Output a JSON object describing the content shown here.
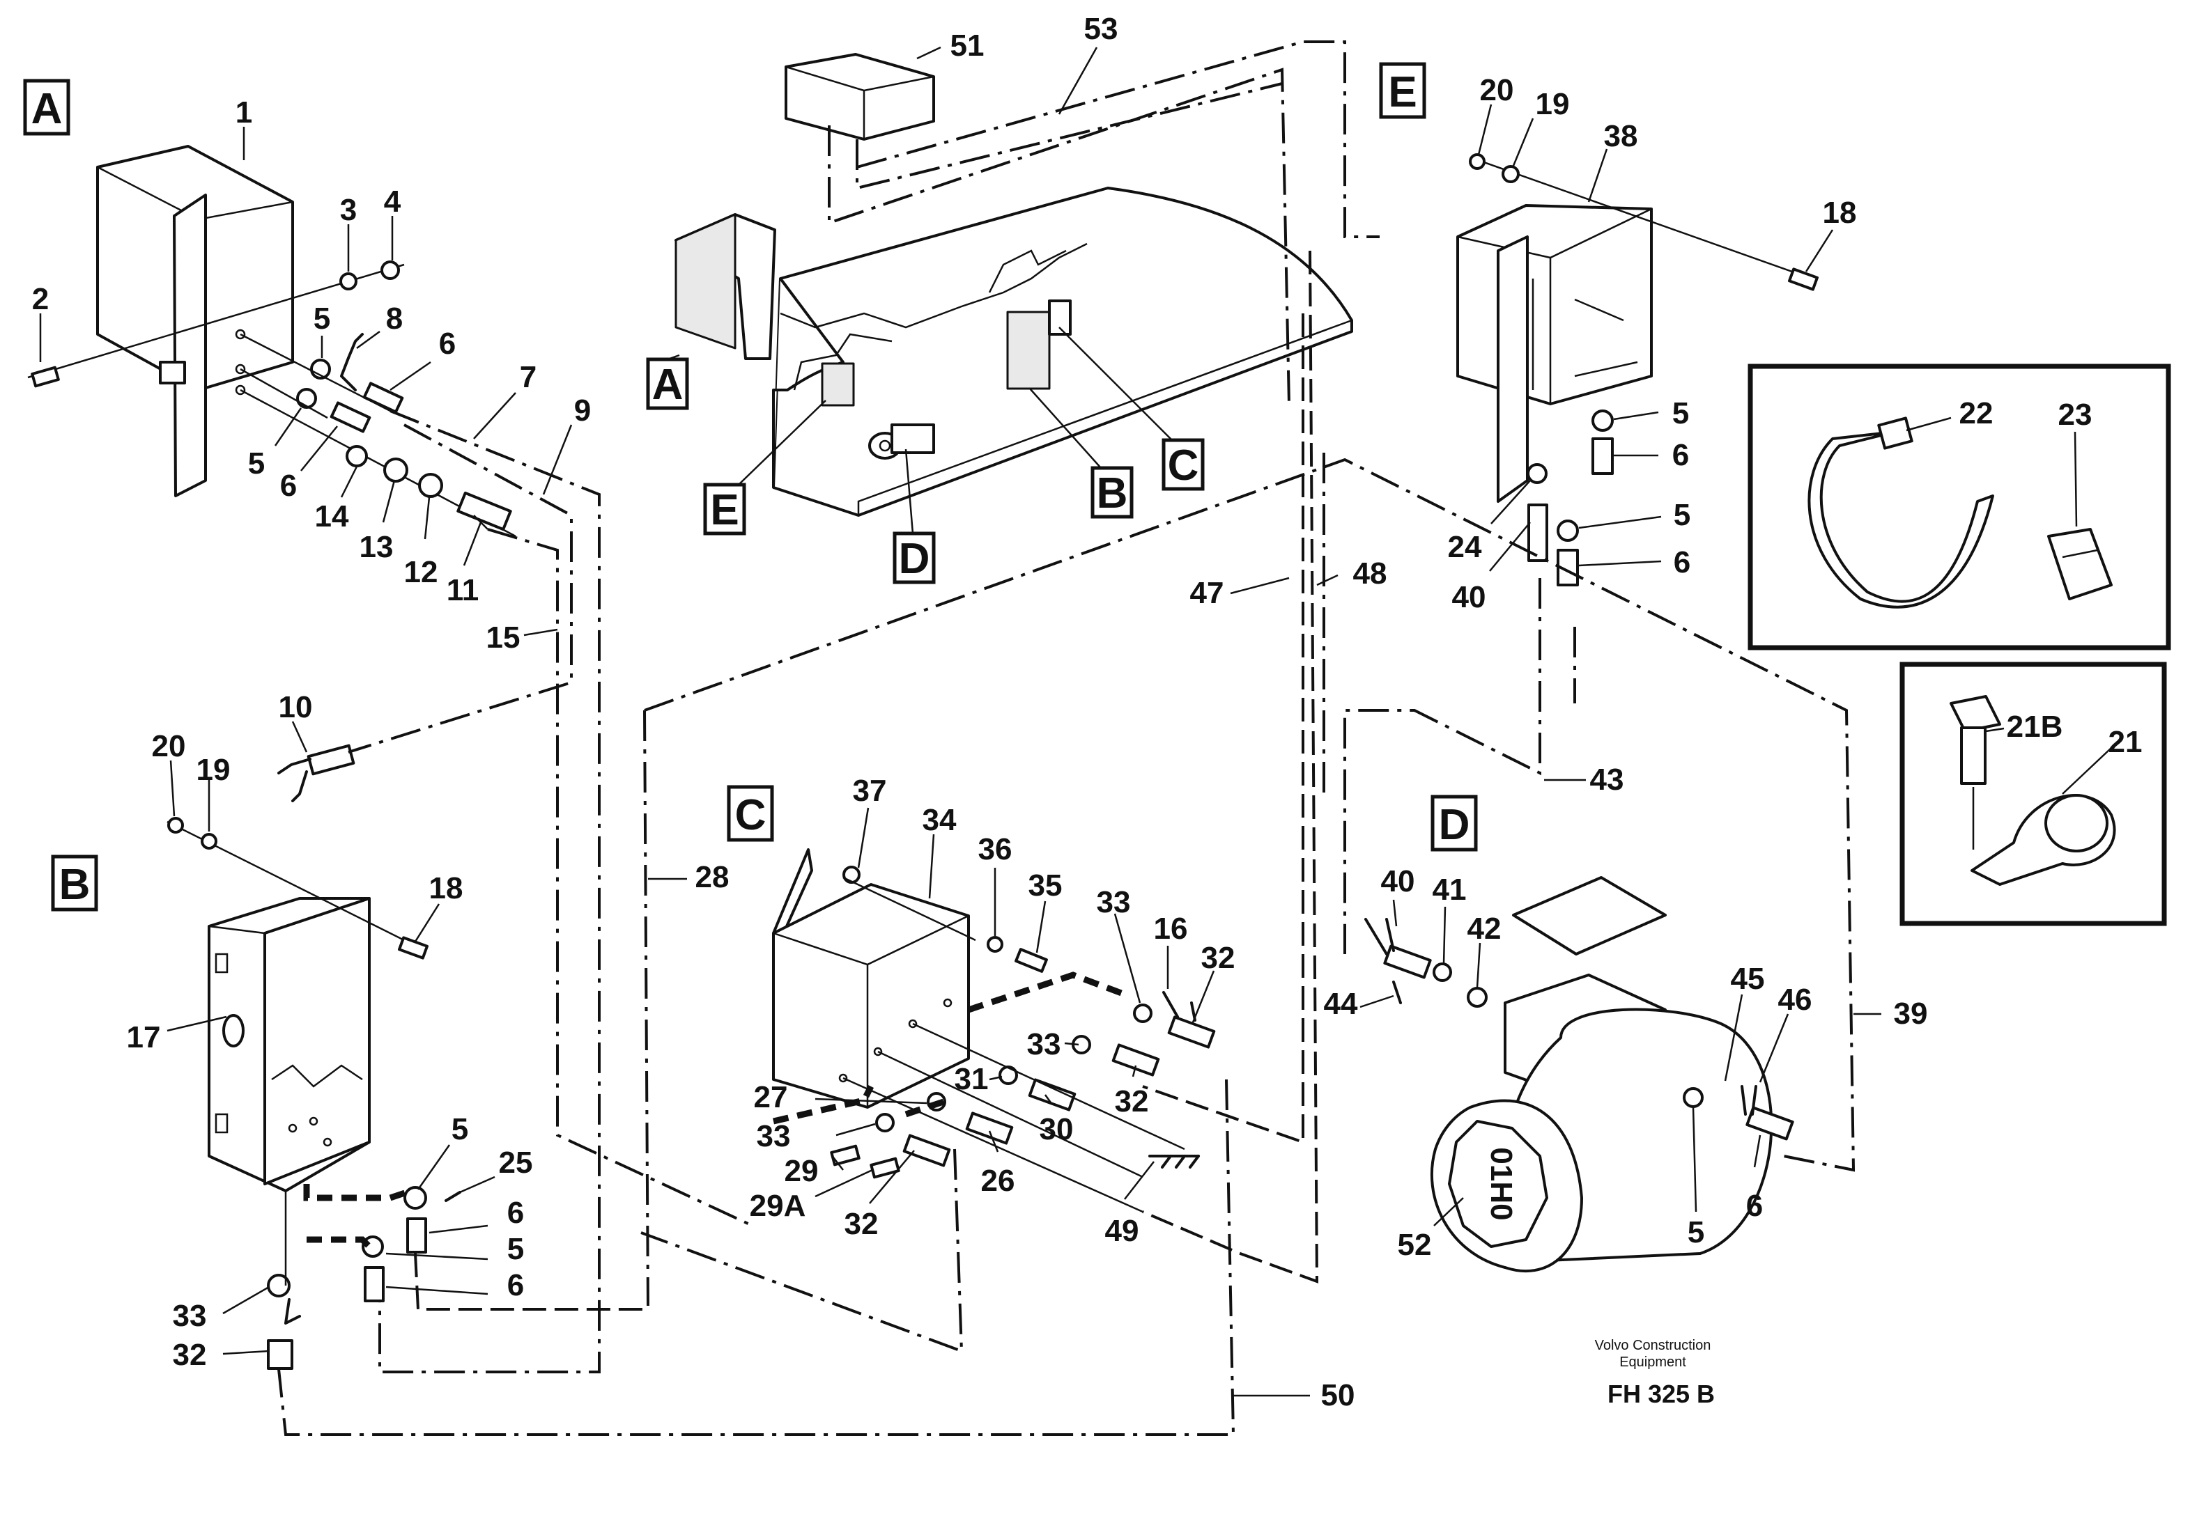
{
  "sections": {
    "A": "A",
    "B": "B",
    "C": "C",
    "D": "D",
    "E": "E"
  },
  "parts": {
    "p1": "1",
    "p2": "2",
    "p3": "3",
    "p4": "4",
    "p5": "5",
    "p6": "6",
    "p7": "7",
    "p8": "8",
    "p9": "9",
    "p10": "10",
    "p11": "11",
    "p12": "12",
    "p13": "13",
    "p14": "14",
    "p15": "15",
    "p16": "16",
    "p17": "17",
    "p18": "18",
    "p19": "19",
    "p20": "20",
    "p21": "21",
    "p21B": "21B",
    "p22": "22",
    "p23": "23",
    "p24": "24",
    "p25": "25",
    "p26": "26",
    "p27": "27",
    "p28": "28",
    "p29": "29",
    "p29A": "29A",
    "p30": "30",
    "p31": "31",
    "p32": "32",
    "p33": "33",
    "p34": "34",
    "p35": "35",
    "p36": "36",
    "p37": "37",
    "p38": "38",
    "p39": "39",
    "p40": "40",
    "p41": "41",
    "p42": "42",
    "p43": "43",
    "p44": "44",
    "p45": "45",
    "p46": "46",
    "p47": "47",
    "p48": "48",
    "p49": "49",
    "p50": "50",
    "p51": "51",
    "p52": "52",
    "p53": "53"
  },
  "motor_marking": "01H0",
  "footer": {
    "company_line1": "Volvo Construction",
    "company_line2": "Equipment",
    "code": "FH 325 B"
  }
}
